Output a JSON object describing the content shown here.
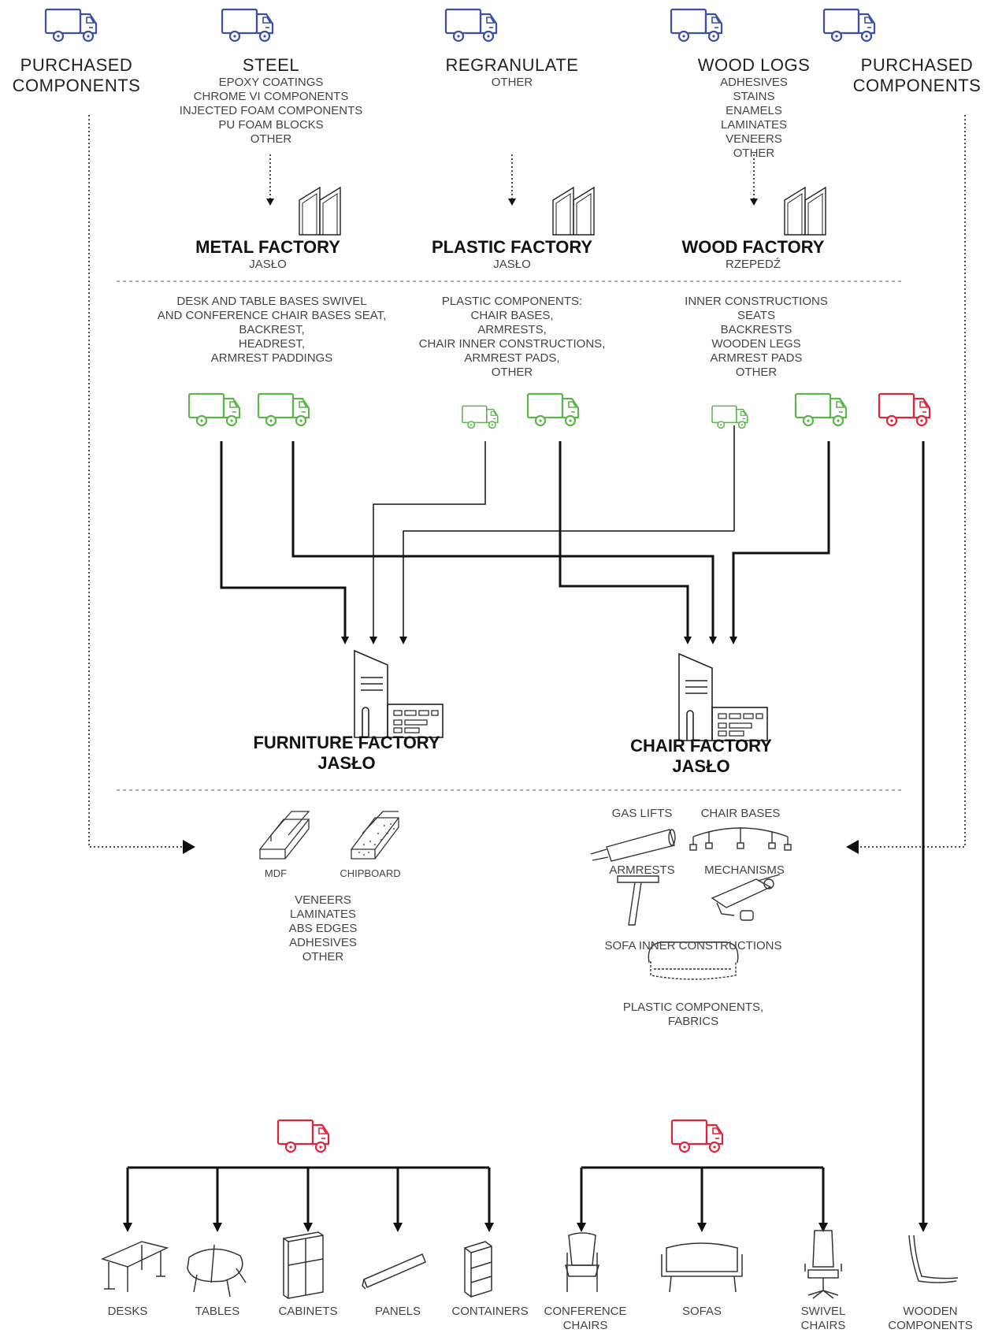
{
  "suppliers": [
    {
      "title": "PURCHASED\nCOMPONENTS",
      "items": []
    },
    {
      "title": "STEEL",
      "items": [
        "EPOXY COATINGS",
        "CHROME VI COMPONENTS",
        "INJECTED FOAM COMPONENTS",
        "PU FOAM BLOCKS",
        "OTHER"
      ]
    },
    {
      "title": "REGRANULATE",
      "items": [
        "OTHER"
      ]
    },
    {
      "title": "WOOD LOGS",
      "items": [
        "ADHESIVES",
        "STAINS",
        "ENAMELS",
        "LAMINATES",
        "VENEERS",
        "OTHER"
      ]
    },
    {
      "title": "PURCHASED\nCOMPONENTS",
      "items": []
    }
  ],
  "factories": [
    {
      "name": "METAL FACTORY",
      "location": "JASŁO"
    },
    {
      "name": "PLASTIC FACTORY",
      "location": "JASŁO"
    },
    {
      "name": "WOOD FACTORY",
      "location": "RZEPEDŹ"
    }
  ],
  "outputs": [
    {
      "text": "DESK AND TABLE BASES SWIVEL\nAND CONFERENCE CHAIR BASES SEAT,\nBACKREST,\nHEADREST,\nARMREST PADDINGS"
    },
    {
      "text": "PLASTIC COMPONENTS:\nCHAIR BASES,\nARMRESTS,\nCHAIR INNER CONSTRUCTIONS,\nARMREST PADS,\nOTHER"
    },
    {
      "text": "INNER CONSTRUCTIONS\nSEATS\nBACKRESTS\nWOODEN LEGS\nARMREST PADS\nOTHER"
    }
  ],
  "main_factories": [
    {
      "name": "FURNITURE FACTORY",
      "location": "JASŁO"
    },
    {
      "name": "CHAIR FACTORY",
      "location": "JASŁO"
    }
  ],
  "furniture_inputs": {
    "mdf": "MDF",
    "chipboard": "CHIPBOARD",
    "others": "VENEERS\nLAMINATES\nABS EDGES\nADHESIVES\nOTHER"
  },
  "chair_inputs": {
    "gas_lifts": "GAS LIFTS",
    "chair_bases": "CHAIR BASES",
    "armrests": "ARMRESTS",
    "mechanisms": "MECHANISMS",
    "sofa": "SOFA INNER CONSTRUCTIONS",
    "plastic": "PLASTIC COMPONENTS,\nFABRICS"
  },
  "products": [
    "DESKS",
    "TABLES",
    "CABINETS",
    "PANELS",
    "CONTAINERS",
    "CONFERENCE\nCHAIRS",
    "SOFAS",
    "SWIVEL\nCHAIRS",
    "WOODEN\nCOMPONENTS"
  ],
  "colors": {
    "blue": "#3a4fa8",
    "green": "#5cb54a",
    "red": "#e0243a",
    "line": "#111111"
  }
}
